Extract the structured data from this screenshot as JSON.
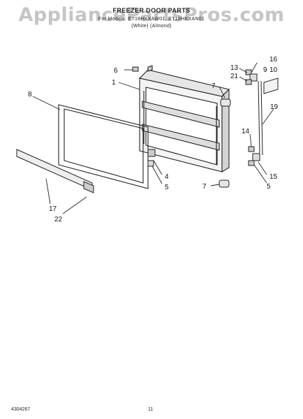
{
  "header": {
    "title": "FREEZER DOOR PARTS",
    "models": "For Models: ET18HKXAW01, ET18HKXAN01",
    "colors": "(White)        (Almond)"
  },
  "watermark": "AppliancePartsPros.com",
  "footer": {
    "doc_number": "4304267",
    "page_number": "11"
  },
  "callouts": {
    "c1": "1",
    "c4": "4",
    "c5a": "5",
    "c5b": "5",
    "c6": "6",
    "c7a": "7",
    "c7b": "7",
    "c8": "8",
    "c9": "9",
    "c10": "10",
    "c13": "13",
    "c14": "14",
    "c15": "15",
    "c16": "16",
    "c17": "17",
    "c19": "19",
    "c21": "21",
    "c22": "22"
  }
}
